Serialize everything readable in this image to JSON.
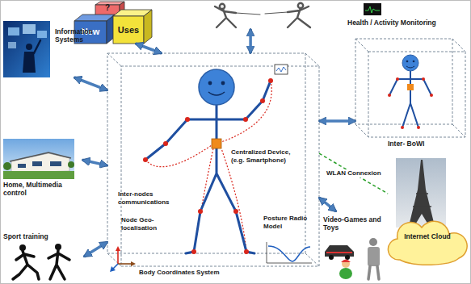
{
  "diagram": {
    "nodes": [
      {
        "text": [
          "?",
          "New",
          "Uses"
        ]
      },
      {
        "text": [
          "Health / Activity Monitoring"
        ]
      },
      {
        "text": [
          "Information Systems"
        ]
      },
      {
        "text": [
          "Centralized Device, (e.g. Smartphone)",
          "Inter-nodes communications",
          "Node Geo-localisation",
          "Posture Radio Model"
        ]
      },
      {
        "text": [
          "Inter- BoWI"
        ]
      },
      {
        "text": [
          "Home, Multimedia control"
        ]
      },
      {
        "text": [
          "Internet Cloud"
        ]
      },
      {
        "text": [
          "Sport training"
        ]
      },
      {
        "text": [
          "Video-Games and Toys"
        ]
      }
    ],
    "edges": [
      {
        "from": 3,
        "to": 0,
        "arrow": "both"
      },
      {
        "from": 3,
        "to": 1,
        "arrow": "both"
      },
      {
        "from": 3,
        "to": 2,
        "arrow": "both"
      },
      {
        "from": 3,
        "to": 4,
        "arrow": "both"
      },
      {
        "from": 3,
        "to": 5,
        "arrow": "both"
      },
      {
        "from": 3,
        "to": 6,
        "label": "WLAN Connexion",
        "arrow": "none"
      },
      {
        "from": 3,
        "to": 7,
        "arrow": "both"
      },
      {
        "from": 3,
        "to": 8,
        "arrow": "both"
      }
    ],
    "labels": [
      "Body Coordinates System"
    ]
  }
}
